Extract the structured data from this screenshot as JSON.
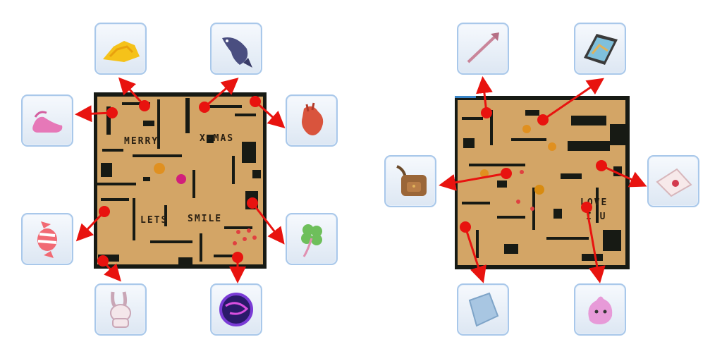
{
  "left_map": {
    "labels": {
      "merry": "MERRY",
      "xmas": "X-MAS",
      "lets": "LETS",
      "smile": "SMILE"
    }
  },
  "right_map": {
    "labels": {
      "love": "LOVE",
      "iu": "I U"
    }
  },
  "colors": {
    "map_floor": "#d3a566",
    "map_wall": "#171a14",
    "marker": "#e8130f",
    "box_border": "#a9c8ea"
  },
  "items": [
    {
      "icon": "cheese-icon"
    },
    {
      "icon": "fish-icon"
    },
    {
      "icon": "pink-shoe-icon"
    },
    {
      "icon": "heart-organ-icon"
    },
    {
      "icon": "candy-icon"
    },
    {
      "icon": "clover-icon"
    },
    {
      "icon": "plush-bunny-icon"
    },
    {
      "icon": "dark-orb-icon"
    },
    {
      "icon": "arrow-wand-icon"
    },
    {
      "icon": "map-picture-icon"
    },
    {
      "icon": "backpack-icon"
    },
    {
      "icon": "envelope-icon"
    },
    {
      "icon": "pillow-icon"
    },
    {
      "icon": "pink-blob-icon"
    }
  ]
}
